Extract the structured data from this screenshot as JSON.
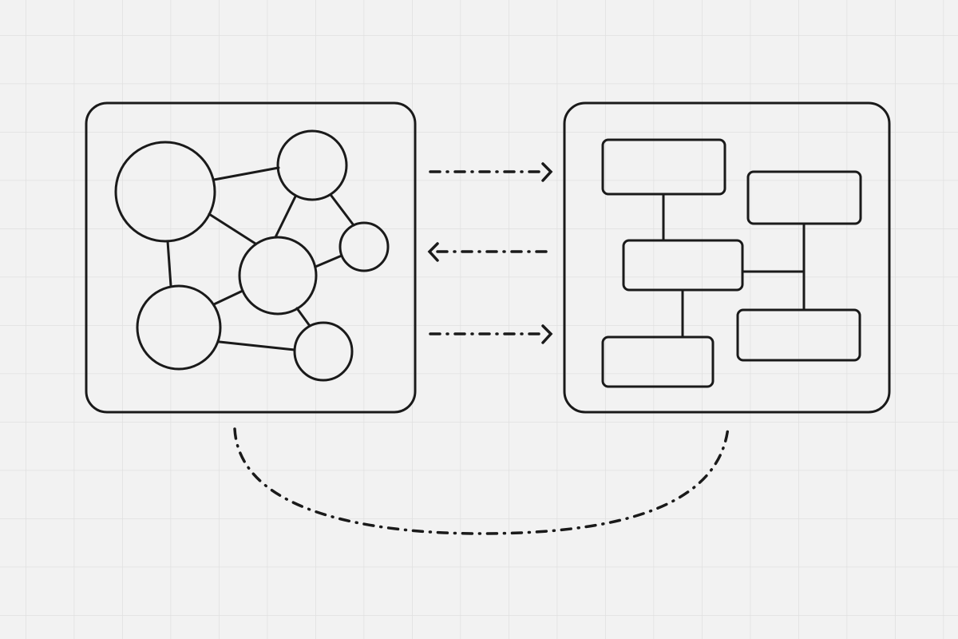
{
  "colors": {
    "background": "#f2f2f2",
    "grid": "#e0e0e0",
    "stroke": "#1a1a1a"
  },
  "diagram": {
    "left_panel": {
      "kind": "network-graph",
      "node_count": 6,
      "edge_count": 9
    },
    "right_panel": {
      "kind": "block-diagram",
      "block_count": 5
    },
    "connectors": [
      {
        "style": "dash-dot",
        "direction": "left-to-right"
      },
      {
        "style": "dash-dot",
        "direction": "right-to-left"
      },
      {
        "style": "dash-dot",
        "direction": "left-to-right"
      },
      {
        "style": "dash-dot-curve",
        "direction": "none"
      }
    ]
  }
}
